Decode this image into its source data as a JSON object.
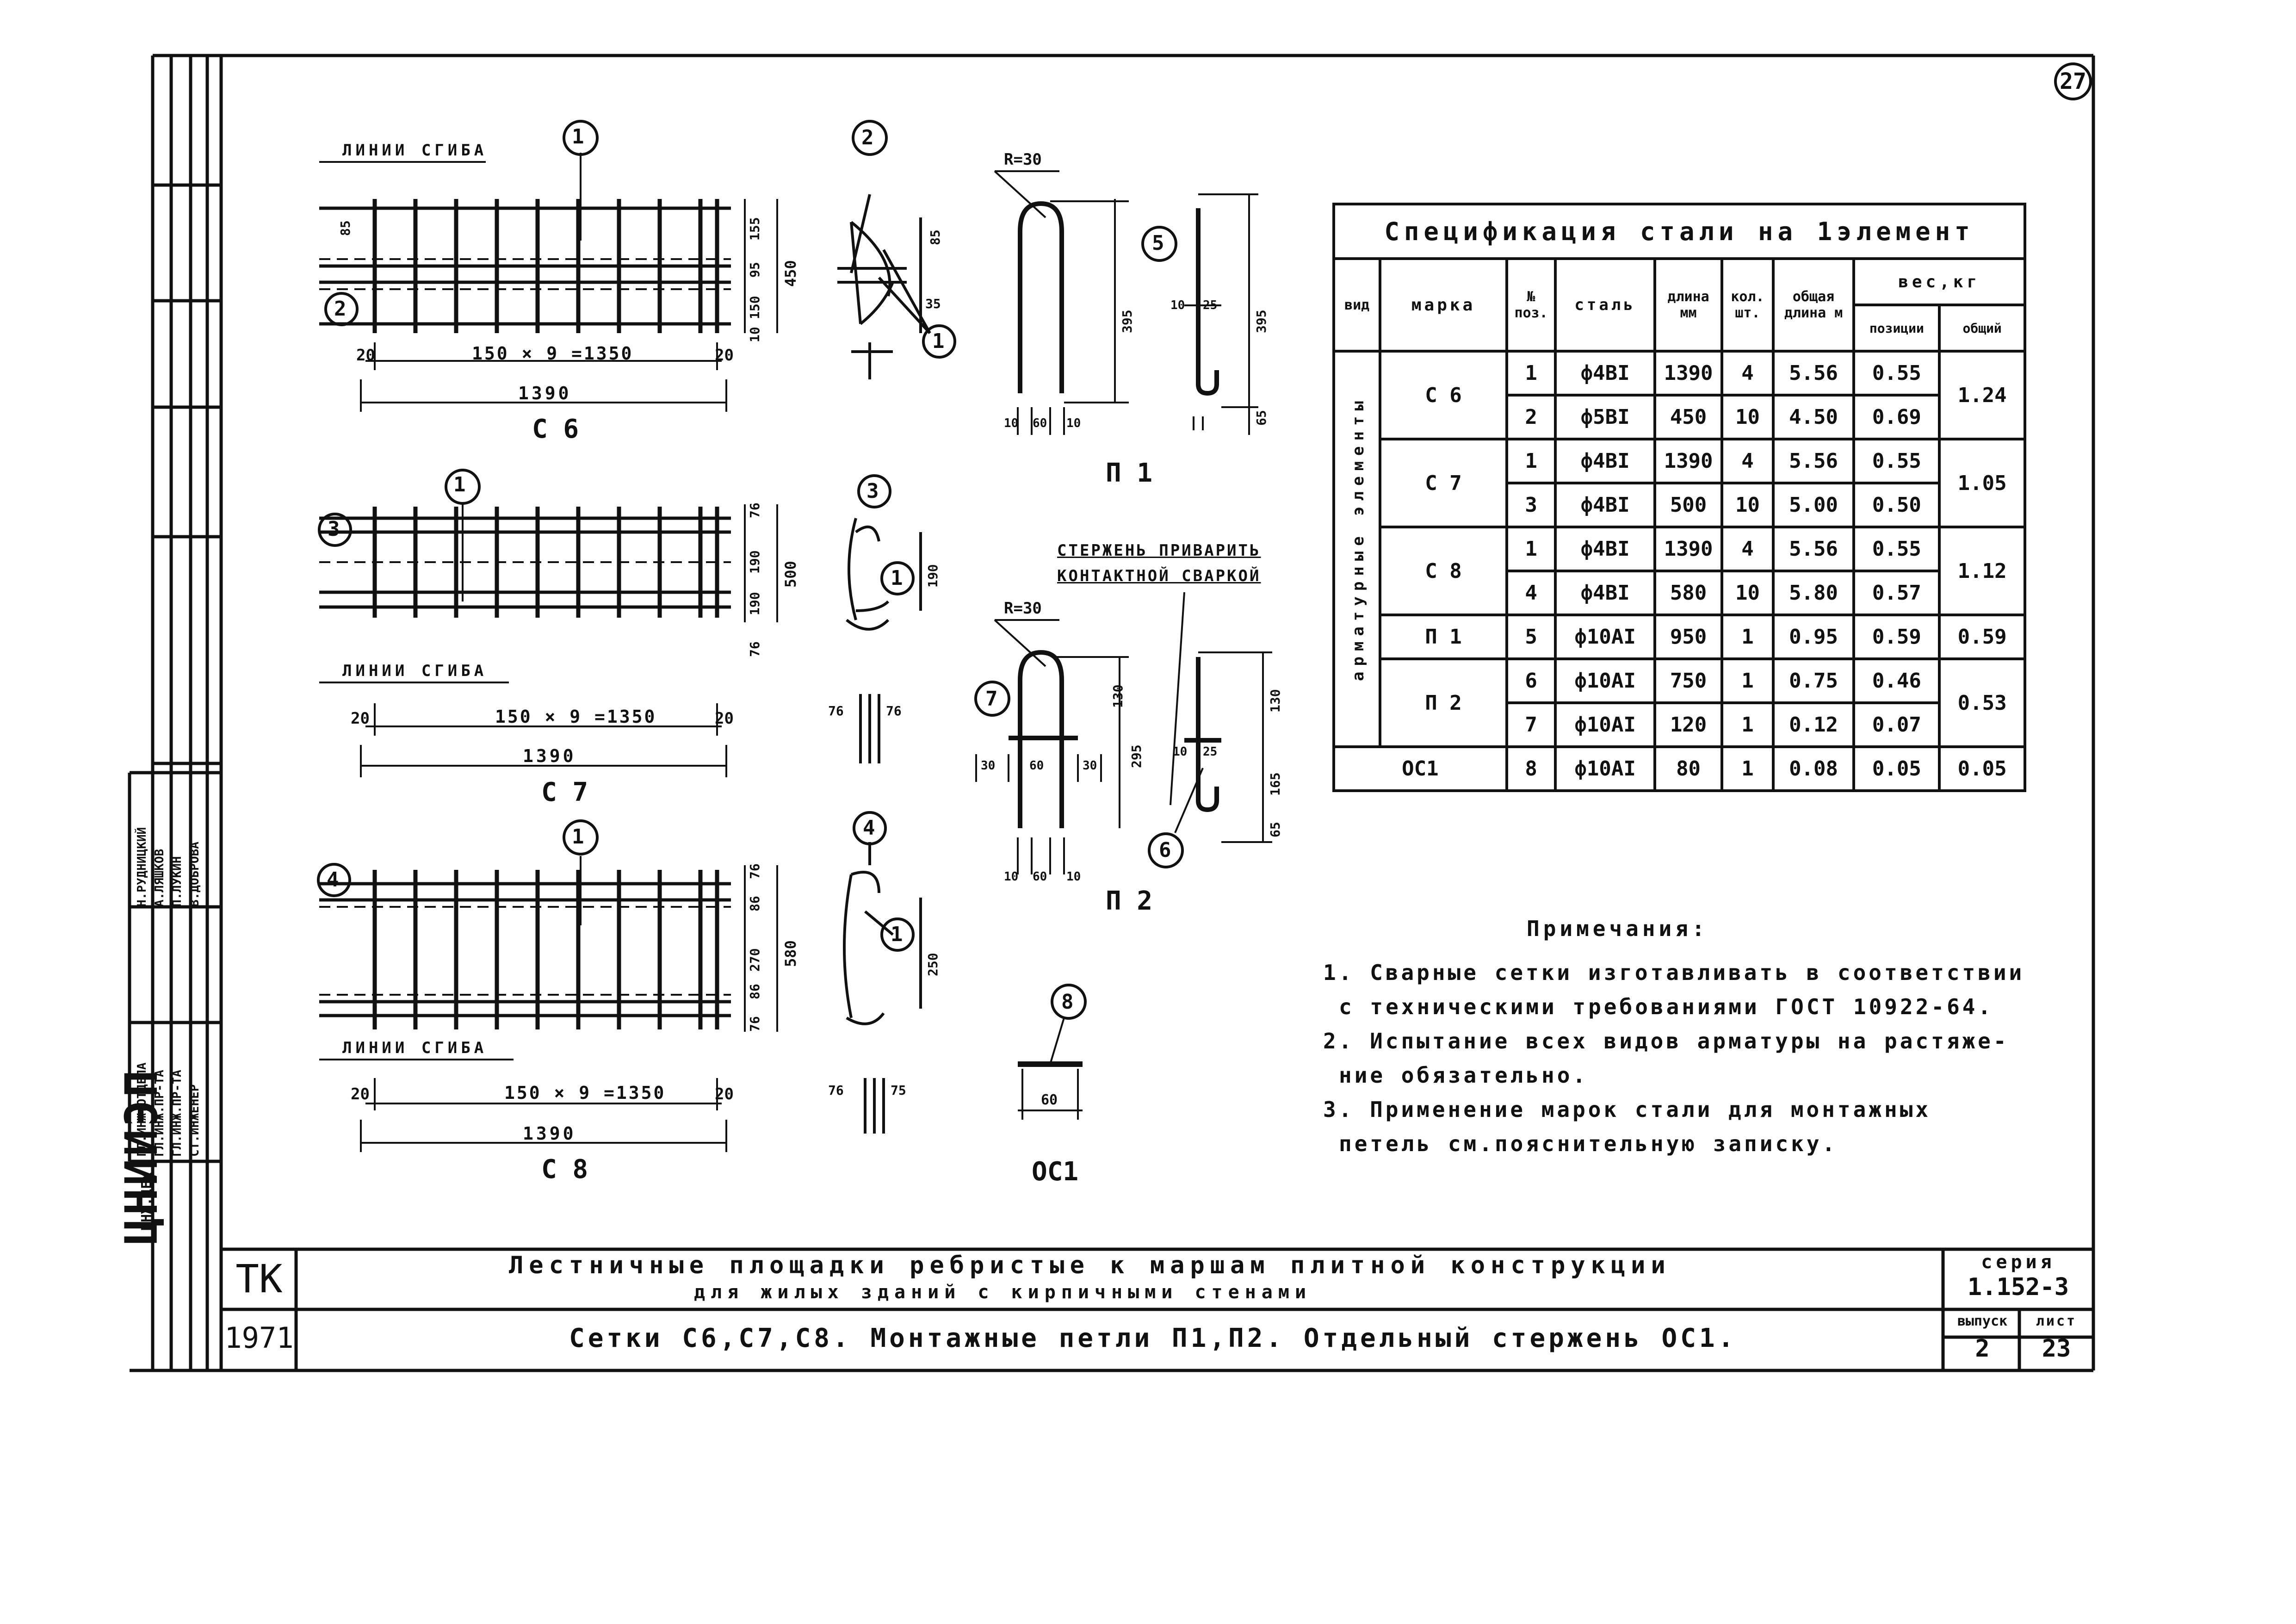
{
  "sheet_number": "27",
  "frame_stamp": "ЦНИИЭП",
  "signatures": {
    "roles": [
      "ГЛ.ИНЖ.ОТДЕЛА",
      "ГЛ.ИНЖ.ПР-ТА",
      "ГЛ.ИНЖ.ПР-ТА",
      "СТ.ИНЖЕНЕР"
    ],
    "names": [
      "Н.РУДНИЦКИЙ",
      "А.ЛЯШКОВ",
      "П.ЛУКИН",
      "В.ДОБРОВА"
    ],
    "stamp_label": "ИНЖ.ЦЕХ"
  },
  "mesh_c6": {
    "title": "С 6",
    "bend_label": "ЛИНИИ СГИБА",
    "pos_top": "1",
    "pos_left": "2",
    "dim_span": "150 × 9 =1350",
    "dim_left": "20",
    "dim_right": "20",
    "dim_total": "1390",
    "dim_vert": [
      "85",
      "10",
      "150",
      "95",
      "155",
      "450"
    ],
    "section_pos": [
      "2",
      "1"
    ],
    "section_dims": [
      "85",
      "35"
    ]
  },
  "mesh_c7": {
    "title": "С 7",
    "bend_label": "ЛИНИИ СГИБА",
    "pos_top": "1",
    "pos_left": "3",
    "dim_span": "150 × 9 =1350",
    "dim_left": "20",
    "dim_right": "20",
    "dim_total": "1390",
    "dim_vert": [
      "76",
      "190",
      "190",
      "76",
      "500"
    ],
    "section_pos": [
      "3",
      "1"
    ],
    "section_dims": [
      "190",
      "76",
      "76"
    ]
  },
  "mesh_c8": {
    "title": "С 8",
    "bend_label": "ЛИНИИ СГИБА",
    "pos_top": "1",
    "pos_left": "4",
    "dim_span": "150 × 9 =1350",
    "dim_left": "20",
    "dim_right": "20",
    "dim_total": "1390",
    "dim_vert": [
      "76",
      "86",
      "270",
      "86",
      "76",
      "580"
    ],
    "section_pos": [
      "4",
      "1"
    ],
    "section_dims": [
      "250",
      "76",
      "75"
    ]
  },
  "loop_p1": {
    "title": "П 1",
    "radius": "R=30",
    "pos": "5",
    "dims": [
      "395",
      "10",
      "60",
      "10",
      "10",
      "25",
      "395",
      "65"
    ]
  },
  "loop_p2": {
    "title": "П 2",
    "radius": "R=30",
    "pos_a": "7",
    "pos_b": "6",
    "weld_note_1": "СТЕРЖЕНЬ ПРИВАРИТЬ",
    "weld_note_2": "КОНТАКТНОЙ СВАРКОЙ",
    "dims": [
      "130",
      "295",
      "30",
      "60",
      "30",
      "10",
      "60",
      "10",
      "10",
      "25",
      "130",
      "165",
      "65"
    ]
  },
  "rod_oc1": {
    "title": "ОС1",
    "pos": "8",
    "dim": "60"
  },
  "spec": {
    "title": "Спецификация стали на 1элемент",
    "headers": {
      "vid": "вид",
      "marka": "марка",
      "pos": "№ поз.",
      "steel": "сталь",
      "length": "длина мм",
      "qty": "кол. шт.",
      "total_length": "общая длина м",
      "weight": "вес,кг",
      "weight_pos": "позиции",
      "weight_total": "общий"
    },
    "vid_label": "арматурные элементы",
    "rows": [
      {
        "marka": "С 6",
        "pos": "1",
        "steel": "ф4ВI",
        "length": "1390",
        "qty": "4",
        "total_length": "5.56",
        "weight_pos": "0.55",
        "weight_total": "1.24"
      },
      {
        "marka": "",
        "pos": "2",
        "steel": "ф5ВI",
        "length": "450",
        "qty": "10",
        "total_length": "4.50",
        "weight_pos": "0.69",
        "weight_total": ""
      },
      {
        "marka": "С 7",
        "pos": "1",
        "steel": "ф4ВI",
        "length": "1390",
        "qty": "4",
        "total_length": "5.56",
        "weight_pos": "0.55",
        "weight_total": "1.05"
      },
      {
        "marka": "",
        "pos": "3",
        "steel": "ф4ВI",
        "length": "500",
        "qty": "10",
        "total_length": "5.00",
        "weight_pos": "0.50",
        "weight_total": ""
      },
      {
        "marka": "С 8",
        "pos": "1",
        "steel": "ф4ВI",
        "length": "1390",
        "qty": "4",
        "total_length": "5.56",
        "weight_pos": "0.55",
        "weight_total": "1.12"
      },
      {
        "marka": "",
        "pos": "4",
        "steel": "ф4ВI",
        "length": "580",
        "qty": "10",
        "total_length": "5.80",
        "weight_pos": "0.57",
        "weight_total": ""
      },
      {
        "marka": "П 1",
        "pos": "5",
        "steel": "ф10АI",
        "length": "950",
        "qty": "1",
        "total_length": "0.95",
        "weight_pos": "0.59",
        "weight_total": "0.59"
      },
      {
        "marka": "П 2",
        "pos": "6",
        "steel": "ф10АI",
        "length": "750",
        "qty": "1",
        "total_length": "0.75",
        "weight_pos": "0.46",
        "weight_total": "0.53"
      },
      {
        "marka": "",
        "pos": "7",
        "steel": "ф10АI",
        "length": "120",
        "qty": "1",
        "total_length": "0.12",
        "weight_pos": "0.07",
        "weight_total": ""
      },
      {
        "marka": "ОС1",
        "pos": "8",
        "steel": "ф10АI",
        "length": "80",
        "qty": "1",
        "total_length": "0.08",
        "weight_pos": "0.05",
        "weight_total": "0.05"
      }
    ]
  },
  "notes": {
    "title": "Примечания:",
    "lines": [
      "1. Сварные сетки изготавливать в соответствии",
      "с техническими требованиями ГОСТ 10922-64.",
      "2. Испытание всех видов арматуры на растяже-",
      "ние обязательно.",
      "3. Применение марок стали для монтажных",
      "петель см.пояснительную записку."
    ]
  },
  "title_block": {
    "code": "ТК",
    "year": "1971",
    "title_line_1": "Лестничные площадки ребристые к маршам плитной конструкции",
    "title_line_2": "для жилых зданий с кирпичными стенами",
    "subtitle": "Сетки С6,С7,С8. Монтажные петли П1,П2. Отдельный стержень ОС1.",
    "series_label": "серия",
    "series": "1.152-3",
    "issue_label": "выпуск",
    "issue": "2",
    "sheet_label": "лист",
    "sheet": "23"
  }
}
